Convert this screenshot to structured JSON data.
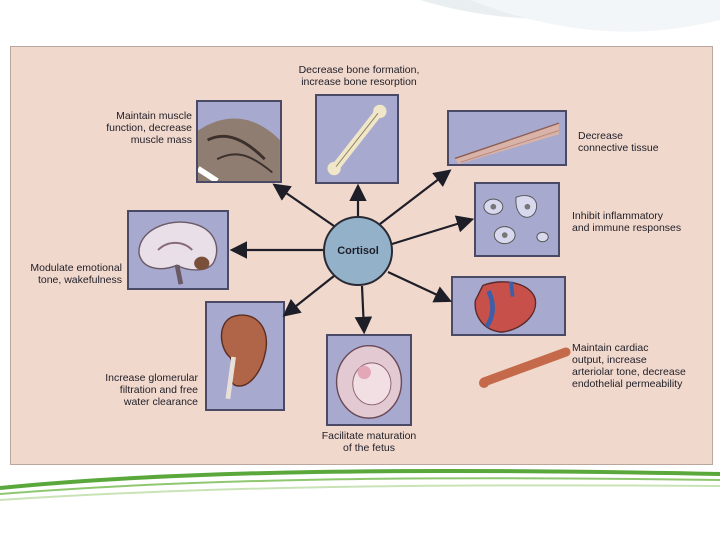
{
  "center": {
    "label": "Cortisol"
  },
  "effects": {
    "bone": "Decrease bone formation,\nincrease bone resorption",
    "muscle": "Maintain muscle\nfunction, decrease\nmuscle mass",
    "connective": "Decrease\nconnective tissue",
    "immune": "Inhibit inflammatory\nand immune responses",
    "emotional": "Modulate emotional\ntone, wakefulness",
    "cardiac": "Maintain cardiac\noutput, increase\narteriolar tone, decrease\nendothelial permeability",
    "kidney": "Increase glomerular\nfiltration and free\nwater clearance",
    "fetus": "Facilitate maturation\nof the fetus"
  },
  "colors": {
    "panel": "#f1d8cc",
    "tile": "#a8a9cf",
    "hub": "#93b2c9",
    "accent_green": "#5aa83c"
  }
}
